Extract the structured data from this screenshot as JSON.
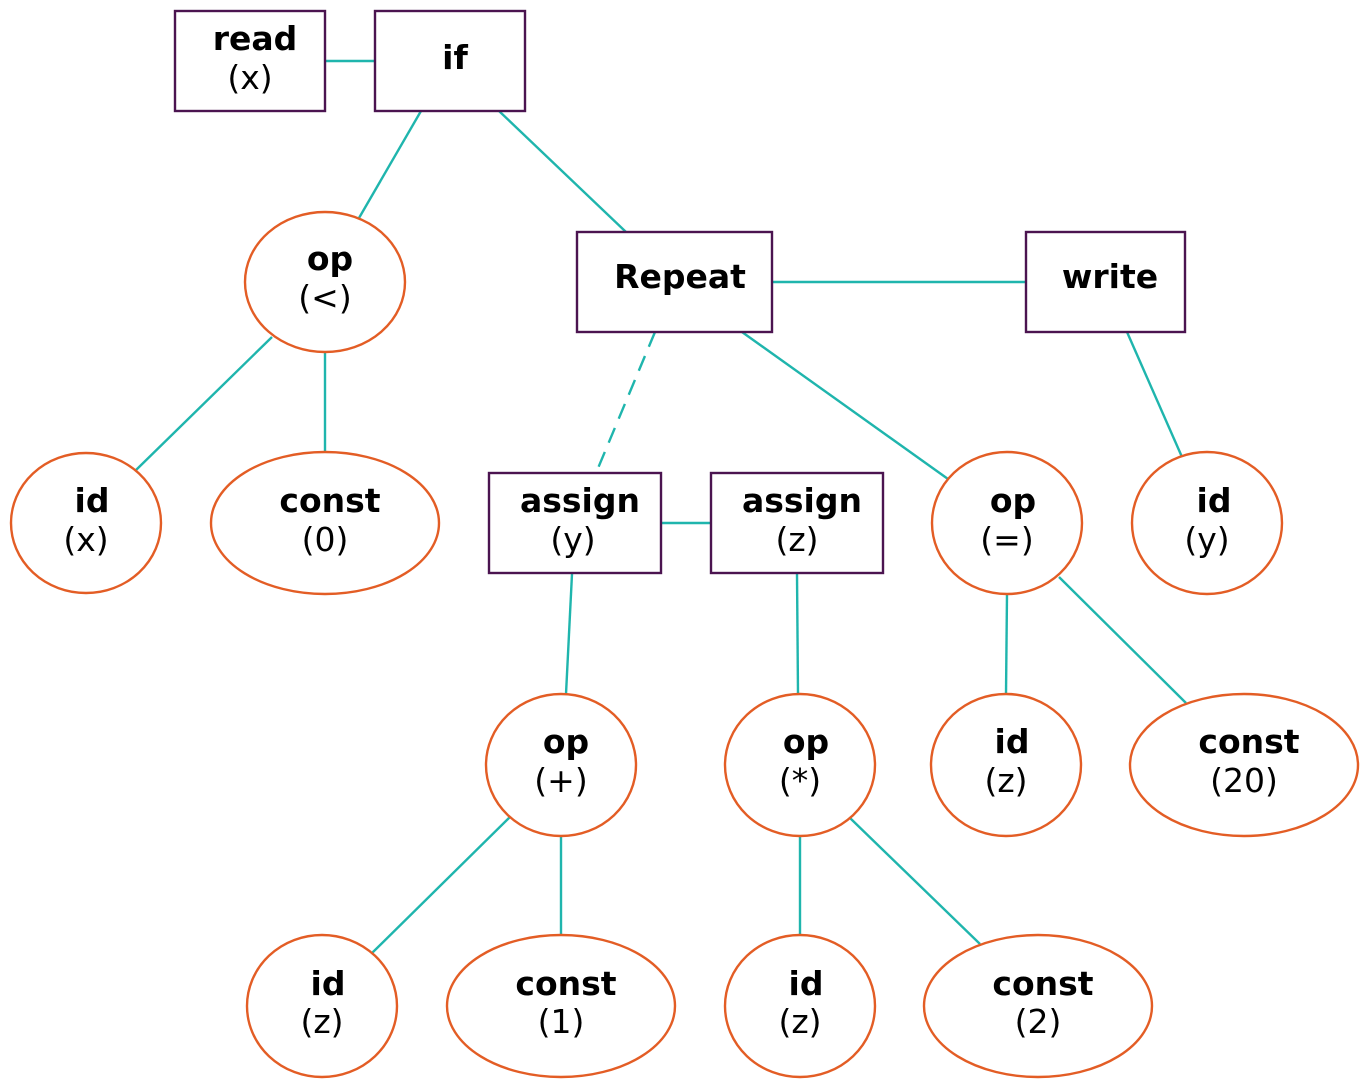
{
  "colors": {
    "edge": "#1fb5ad",
    "statement_border": "#4b1450",
    "expression_border": "#e35d25"
  },
  "nodes": {
    "read": {
      "kind": "read",
      "attr": "(x)"
    },
    "if": {
      "kind": "if",
      "attr": ""
    },
    "op_lt": {
      "kind": "op",
      "attr": "(<)"
    },
    "repeat": {
      "kind": "Repeat",
      "attr": ""
    },
    "write": {
      "kind": "write",
      "attr": ""
    },
    "id_x": {
      "kind": "id",
      "attr": "(x)"
    },
    "const_0": {
      "kind": "const",
      "attr": "(0)"
    },
    "assign_y": {
      "kind": "assign",
      "attr": "(y)"
    },
    "assign_z": {
      "kind": "assign",
      "attr": "(z)"
    },
    "op_eq": {
      "kind": "op",
      "attr": "(=)"
    },
    "id_y": {
      "kind": "id",
      "attr": "(y)"
    },
    "op_plus": {
      "kind": "op",
      "attr": "(+)"
    },
    "op_mul": {
      "kind": "op",
      "attr": "(*)"
    },
    "id_z_a": {
      "kind": "id",
      "attr": "(z)"
    },
    "const_20": {
      "kind": "const",
      "attr": "(20)"
    },
    "id_z_b": {
      "kind": "id",
      "attr": "(z)"
    },
    "const_1": {
      "kind": "const",
      "attr": "(1)"
    },
    "id_z_c": {
      "kind": "id",
      "attr": "(z)"
    },
    "const_2": {
      "kind": "const",
      "attr": "(2)"
    }
  },
  "edges": [
    {
      "from": "read",
      "to": "if",
      "type": "sibling"
    },
    {
      "from": "if",
      "to": "op_lt",
      "type": "child"
    },
    {
      "from": "if",
      "to": "repeat",
      "type": "child"
    },
    {
      "from": "repeat",
      "to": "write",
      "type": "sibling"
    },
    {
      "from": "op_lt",
      "to": "id_x",
      "type": "child"
    },
    {
      "from": "op_lt",
      "to": "const_0",
      "type": "child"
    },
    {
      "from": "repeat",
      "to": "assign_y",
      "type": "child",
      "style": "dashed"
    },
    {
      "from": "repeat",
      "to": "op_eq",
      "type": "child"
    },
    {
      "from": "write",
      "to": "id_y",
      "type": "child"
    },
    {
      "from": "assign_y",
      "to": "assign_z",
      "type": "sibling"
    },
    {
      "from": "assign_y",
      "to": "op_plus",
      "type": "child"
    },
    {
      "from": "assign_z",
      "to": "op_mul",
      "type": "child"
    },
    {
      "from": "op_eq",
      "to": "id_z_a",
      "type": "child"
    },
    {
      "from": "op_eq",
      "to": "const_20",
      "type": "child"
    },
    {
      "from": "op_plus",
      "to": "id_z_b",
      "type": "child"
    },
    {
      "from": "op_plus",
      "to": "const_1",
      "type": "child"
    },
    {
      "from": "op_mul",
      "to": "id_z_c",
      "type": "child"
    },
    {
      "from": "op_mul",
      "to": "const_2",
      "type": "child"
    }
  ]
}
